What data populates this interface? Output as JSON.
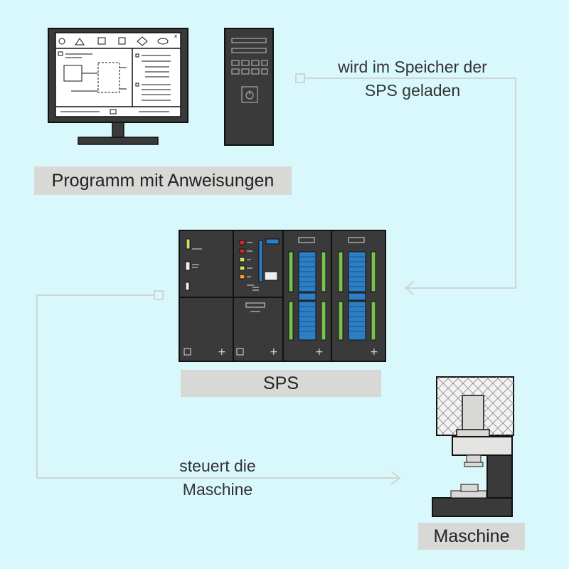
{
  "labels": {
    "program": "Programm mit Anweisungen",
    "sps": "SPS",
    "machine": "Maschine"
  },
  "edges": {
    "upload": {
      "line1": "wird im Speicher der",
      "line2": "SPS geladen"
    },
    "control": {
      "line1": "steuert die",
      "line2": "Maschine"
    }
  },
  "colors": {
    "background": "#d9f8fb",
    "device_dark": "#3a3a3a",
    "connector": "#cfd4d4",
    "label_bg": "#d8d8d6",
    "io_blue": "#2c7fc7",
    "io_green": "#77c34e",
    "led_red": "#d9272e",
    "led_yellow_green": "#c9e36a",
    "led_orange": "#f39a3b"
  }
}
